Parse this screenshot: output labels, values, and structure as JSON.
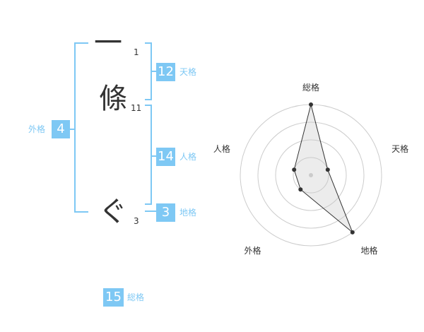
{
  "name": {
    "characters": [
      {
        "char": "一",
        "strokes": "1"
      },
      {
        "char": "條",
        "strokes": "11"
      },
      {
        "char": "ぐ",
        "strokes": "3"
      }
    ]
  },
  "fortune": {
    "tenkaku": {
      "value": "12",
      "label": "天格"
    },
    "jinkaku": {
      "value": "14",
      "label": "人格"
    },
    "chikaku": {
      "value": "3",
      "label": "地格"
    },
    "gaikaku": {
      "value": "4",
      "label": "外格"
    },
    "soukaku": {
      "value": "15",
      "label": "総格"
    }
  },
  "colors": {
    "accent": "#7ec8f4",
    "text": "#333333",
    "grid": "#cccccc"
  },
  "chart_data": {
    "type": "radar",
    "axes": [
      "総格",
      "天格",
      "地格",
      "外格",
      "人格"
    ],
    "values": [
      4,
      1,
      4,
      1,
      1
    ],
    "rings": 4,
    "max": 4
  }
}
